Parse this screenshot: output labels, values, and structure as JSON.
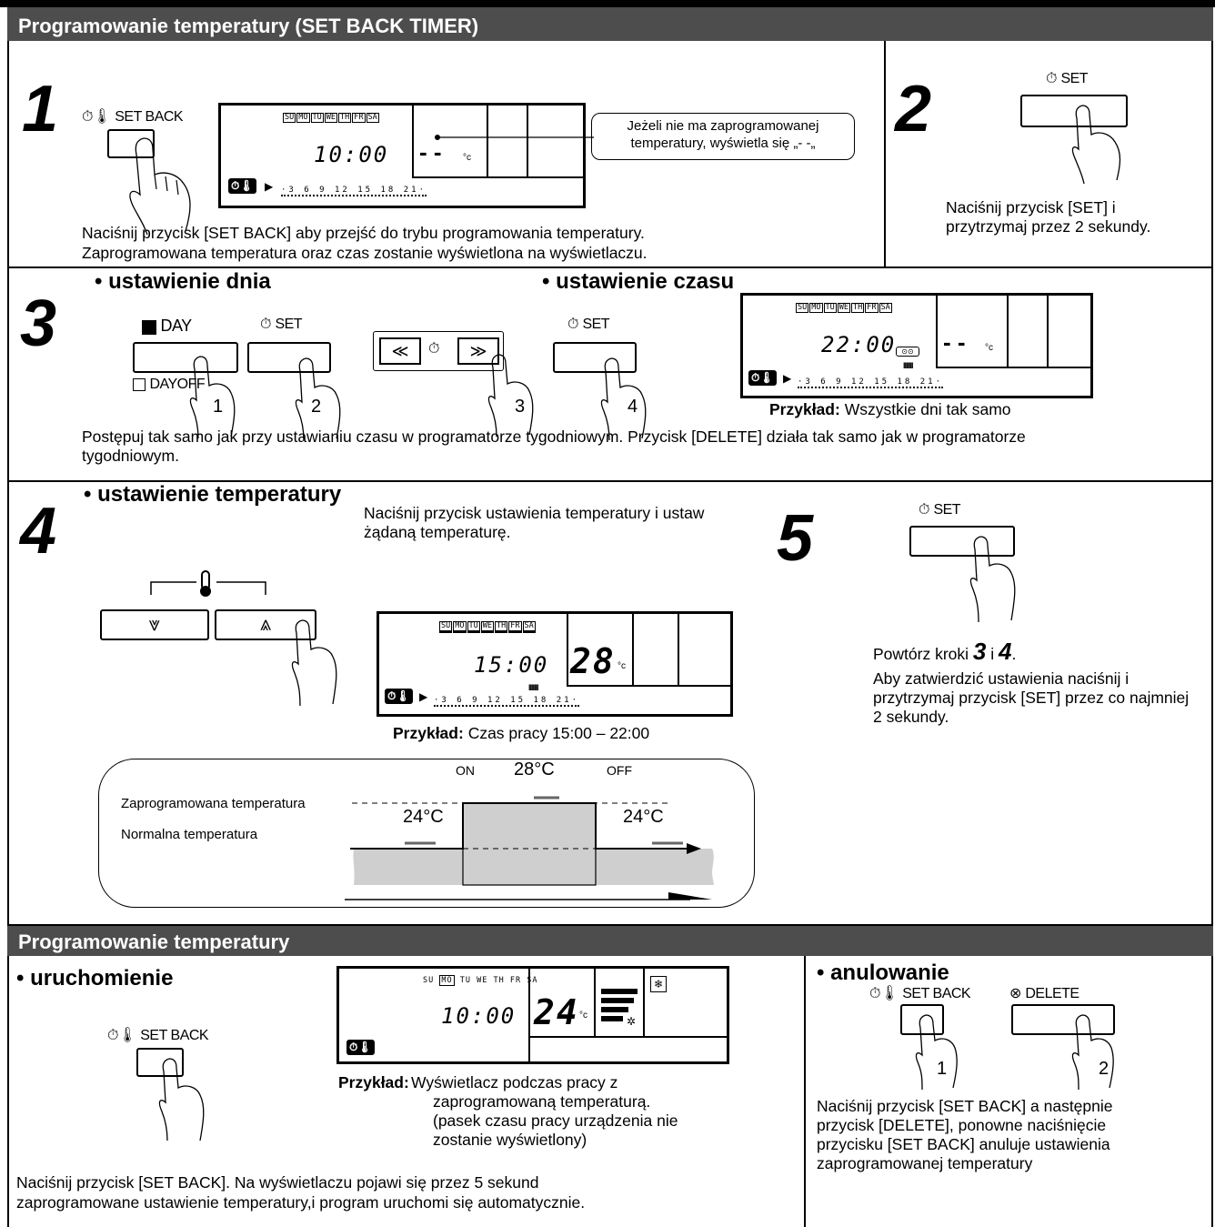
{
  "section1_title": "Programowanie temperatury (SET BACK TIMER)",
  "section2_title": "Programowanie temperatury",
  "steps": {
    "s1": {
      "num": "1",
      "button_label": "SET BACK",
      "callout": "Jeżeli nie ma zaprogramowanej temperatury, wyświetla się „- -„",
      "desc1": "Naciśnij przycisk [SET BACK] aby przejść do trybu programowania temperatury.",
      "desc2": "Zaprogramowana temperatura oraz czas zostanie wyświetlona na wyświetlaczu.",
      "lcd_time": "10:00",
      "lcd_temp": "- -"
    },
    "s2": {
      "num": "2",
      "button_label": "SET",
      "desc": "Naciśnij przycisk [SET] i przytrzymaj przez 2 sekundy."
    },
    "s3": {
      "num": "3",
      "heading_day": "• ustawienie dnia",
      "heading_time": "• ustawienie czasu",
      "day_label": "DAY",
      "dayoff_label": "DAYOFF",
      "set_label": "SET",
      "finger_nums": [
        "1",
        "2",
        "3",
        "4"
      ],
      "lcd_time": "22:00",
      "lcd_temp": "- -",
      "example_prefix": "Przykład:",
      "example_text": "Wszystkie dni tak samo",
      "desc": "Postępuj tak samo jak przy ustawianiu czasu w programatorze tygodniowym. Przycisk [DELETE] działa tak samo jak w programatorze tygodniowym."
    },
    "s4": {
      "num": "4",
      "heading": "• ustawienie temperatury",
      "desc": "Naciśnij przycisk ustawienia temperatury i ustaw żądaną temperaturę.",
      "lcd_time": "15:00",
      "lcd_temp": "28",
      "example_prefix": "Przykład:",
      "example_text": "Czas pracy 15:00 – 22:00",
      "diagram": {
        "on": "ON",
        "off": "OFF",
        "set_temp": "28°C",
        "normal_left": "24°C",
        "normal_right": "24°C",
        "label_programmed": "Zaprogramowana temperatura",
        "label_normal": "Normalna temperatura"
      }
    },
    "s5": {
      "num": "5",
      "set_label": "SET",
      "desc_pre": "Powtórz kroki",
      "desc_k3": "3",
      "desc_i": "i",
      "desc_k4": "4",
      "desc_post": ".",
      "desc2": "Aby zatwierdzić ustawienia naciśnij i przytrzymaj przycisk [SET] przez co najmniej 2 sekundy."
    }
  },
  "days": [
    "SU",
    "MO",
    "TU",
    "WE",
    "TH",
    "FR",
    "SA"
  ],
  "timeline_ticks": [
    "3",
    "6",
    "9",
    "12",
    "15",
    "18",
    "21"
  ],
  "bottom": {
    "start_heading": "• uruchomienie",
    "start_button": "SET BACK",
    "lcd_time": "10:00",
    "lcd_temp": "24",
    "example_prefix": "Przykład:",
    "example_lines": [
      "Wyświetlacz podczas pracy z",
      "zaprogramowaną temperaturą.",
      "(pasek czasu pracy urządzenia nie",
      "zostanie wyświetlony)"
    ],
    "start_desc1": "Naciśnij przycisk [SET BACK]. Na wyświetlaczu pojawi się przez 5 sekund",
    "start_desc2": "zaprogramowane ustawienie temperatury,i program uruchomi się automatycznie.",
    "cancel_heading": "• anulowanie",
    "cancel_btn1": "SET BACK",
    "cancel_btn2": "DELETE",
    "cancel_nums": [
      "1",
      "2"
    ],
    "cancel_desc": [
      "Naciśnij przycisk [SET BACK] a następnie",
      "przycisk [DELETE], ponowne naciśnięcie",
      "przycisku [SET BACK] anuluje ustawienia",
      "zaprogramowanej temperatury"
    ]
  }
}
